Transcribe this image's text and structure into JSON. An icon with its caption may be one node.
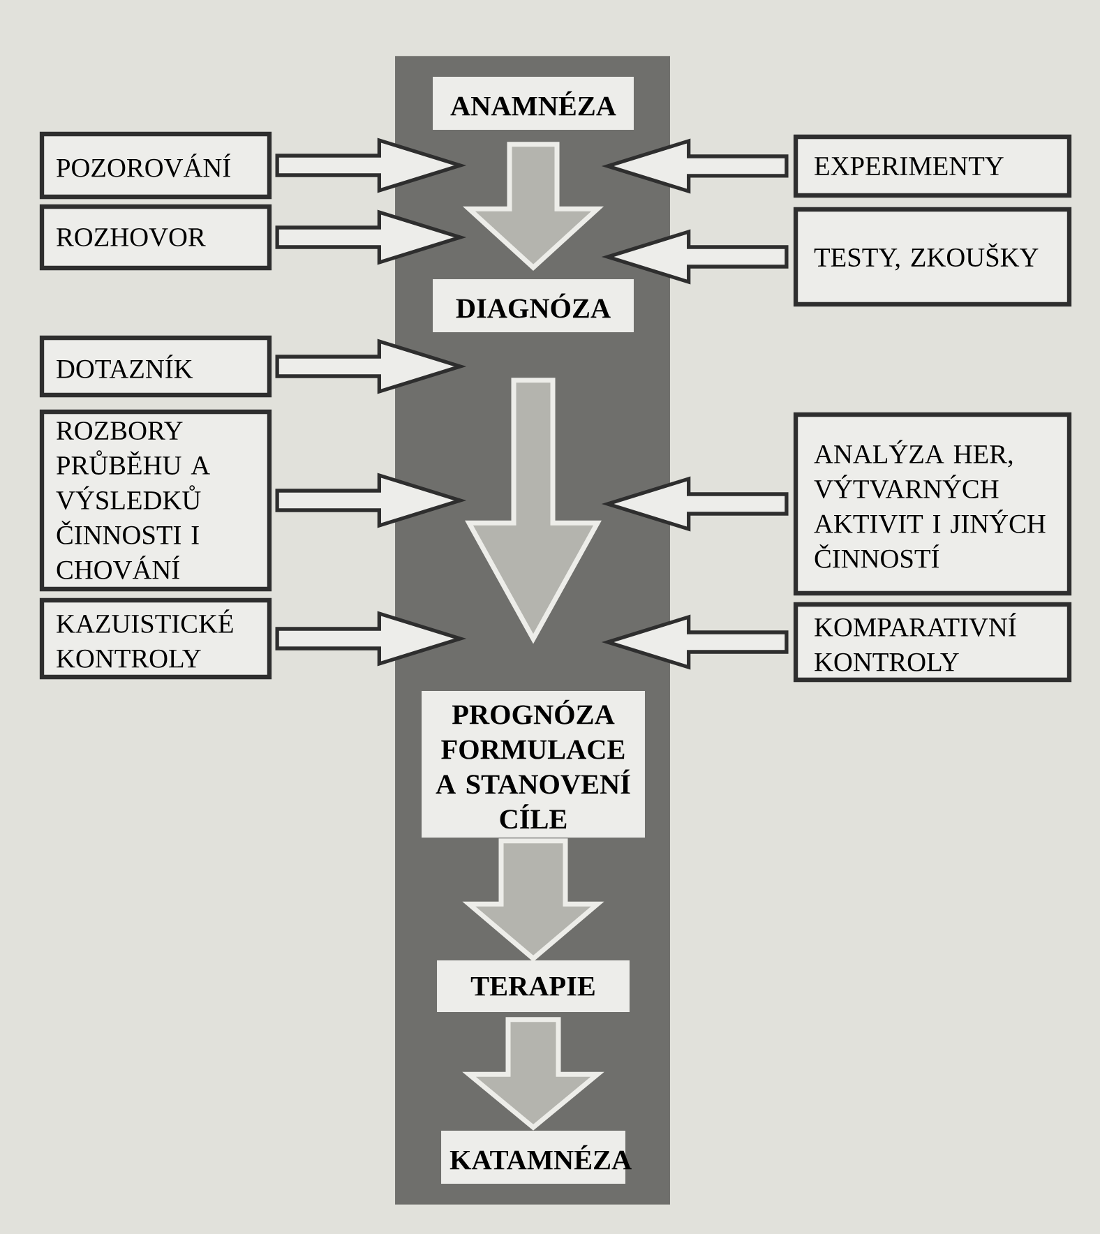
{
  "diagram": {
    "nodes": [
      {
        "text": [],
        "shape": "bar"
      },
      {
        "text": [
          "ANAMNÉZA"
        ],
        "in": 0
      },
      {
        "text": [
          "DIAGNÓZA"
        ],
        "in": 0
      },
      {
        "text": [
          "PROGNÓZA FORMULACE A STANOVENÍ CÍLE"
        ],
        "in": 0
      },
      {
        "text": [
          "TERAPIE"
        ],
        "in": 0
      },
      {
        "text": [
          "KATAMNÉZA"
        ],
        "in": 0
      },
      {
        "text": [
          "POZOROVÁNÍ"
        ]
      },
      {
        "text": [
          "ROZHOVOR"
        ]
      },
      {
        "text": [
          "DOTAZNÍK"
        ]
      },
      {
        "text": [
          "ROZBORY PRŮBĚHU A VÝSLEDKŮ ČINNOSTI I CHOVÁNÍ"
        ]
      },
      {
        "text": [
          "KAZUISTICKÉ KONTROLY"
        ]
      },
      {
        "text": [
          "EXPERIMENTY"
        ]
      },
      {
        "text": [
          "TESTY, ZKOUŠKY"
        ]
      },
      {
        "text": [
          "ANALÝZA HER, VÝTVARNÝCH AKTIVIT I JINÝCH ČINNOSTÍ"
        ]
      },
      {
        "text": [
          "KOMPARATIVNÍ KONTROLY"
        ]
      }
    ],
    "edges": [
      {
        "from": 1,
        "to": 2,
        "arrow": "to",
        "color": "#b4b4ae"
      },
      {
        "from": 2,
        "to": 3,
        "arrow": "to",
        "color": "#b4b4ae"
      },
      {
        "from": 3,
        "to": 4,
        "arrow": "to",
        "color": "#b4b4ae"
      },
      {
        "from": 4,
        "to": 5,
        "arrow": "to",
        "color": "#b4b4ae"
      },
      {
        "from": 6,
        "to": 0,
        "arrow": "to"
      },
      {
        "from": 7,
        "to": 0,
        "arrow": "to"
      },
      {
        "from": 8,
        "to": 0,
        "arrow": "to"
      },
      {
        "from": 9,
        "to": 0,
        "arrow": "to"
      },
      {
        "from": 10,
        "to": 0,
        "arrow": "to"
      },
      {
        "from": 11,
        "to": 0,
        "arrow": "to"
      },
      {
        "from": 12,
        "to": 0,
        "arrow": "to"
      },
      {
        "from": 13,
        "to": 0,
        "arrow": "to"
      },
      {
        "from": 14,
        "to": 0,
        "arrow": "to"
      }
    ]
  }
}
